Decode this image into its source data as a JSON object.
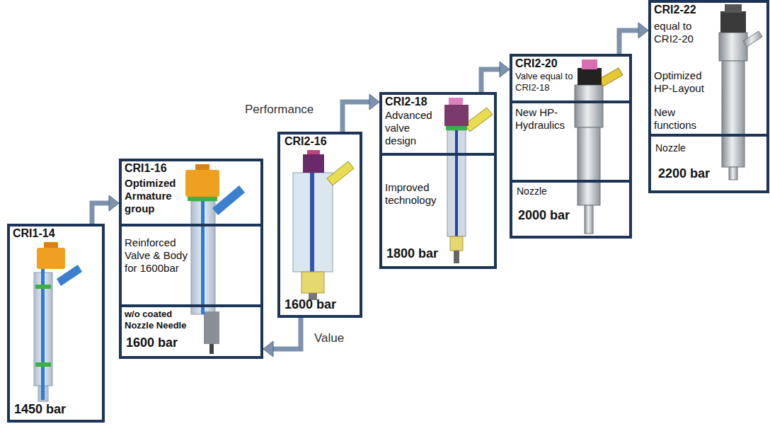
{
  "diagram": {
    "nodes": [
      {
        "text": [
          "CRI1-14",
          "1450 bar"
        ]
      },
      {
        "text": [
          "CRI1-16"
        ]
      },
      {
        "text": [
          "Optimized Armature group"
        ],
        "in": 1
      },
      {
        "text": [
          "Reinforced Valve & Body for 1600bar"
        ],
        "in": 1
      },
      {
        "text": [
          "w/o coated Nozzle Needle",
          "1600 bar"
        ],
        "in": 1
      },
      {
        "text": [
          "CRI2-16",
          "1600 bar"
        ]
      },
      {
        "text": [
          "CRI2-18"
        ]
      },
      {
        "text": [
          "Advanced valve design"
        ],
        "in": 6
      },
      {
        "text": [
          "Improved technology",
          "1800 bar"
        ],
        "in": 6
      },
      {
        "text": [
          "CRI2-20"
        ]
      },
      {
        "text": [
          "Valve equal to CRI2-18"
        ],
        "in": 9
      },
      {
        "text": [
          "New HP-Hydraulics"
        ],
        "in": 9
      },
      {
        "text": [
          "Nozzle",
          "2000 bar"
        ],
        "in": 9
      },
      {
        "text": [
          "CRI2-22"
        ]
      },
      {
        "text": [
          "equal to CRI2-20",
          "Optimized HP-Layout",
          "New functions"
        ],
        "in": 13
      },
      {
        "text": [
          "Nozzle",
          "2200 bar"
        ],
        "in": 13
      }
    ],
    "edges": [
      {
        "from": 0,
        "to": 1,
        "arrow": "to"
      },
      {
        "from": 5,
        "to": 6,
        "label": "Performance",
        "arrow": "to"
      },
      {
        "from": 5,
        "to": 1,
        "label": "Value",
        "arrow": "to"
      },
      {
        "from": 6,
        "to": 9,
        "arrow": "to"
      },
      {
        "from": 9,
        "to": 13,
        "arrow": "to"
      }
    ]
  }
}
